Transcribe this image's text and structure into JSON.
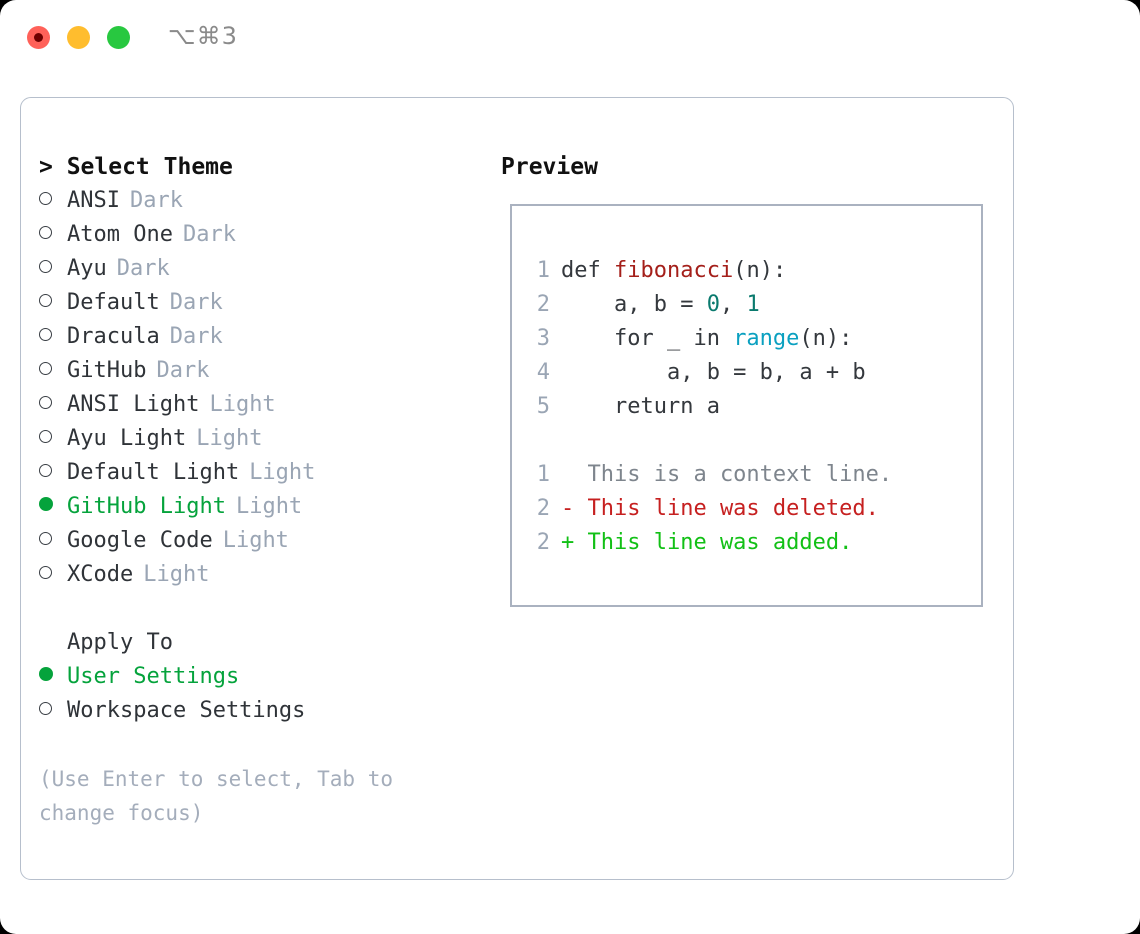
{
  "titlebar": {
    "shortcut": "⌥⌘3",
    "buttons": [
      "close",
      "minimize",
      "maximize"
    ],
    "colors": {
      "close": "#ff6159",
      "close_inner": "#6e0000",
      "minimize": "#ffbd2e",
      "maximize": "#28c840"
    }
  },
  "theme_panel": {
    "title": "> Select Theme",
    "items": [
      {
        "marker": "○",
        "label": "ANSI",
        "tag": "Dark",
        "selected": false
      },
      {
        "marker": "○",
        "label": "Atom One",
        "tag": "Dark",
        "selected": false
      },
      {
        "marker": "○",
        "label": "Ayu",
        "tag": "Dark",
        "selected": false
      },
      {
        "marker": "○",
        "label": "Default",
        "tag": "Dark",
        "selected": false
      },
      {
        "marker": "○",
        "label": "Dracula",
        "tag": "Dark",
        "selected": false
      },
      {
        "marker": "○",
        "label": "GitHub",
        "tag": "Dark",
        "selected": false
      },
      {
        "marker": "○",
        "label": "ANSI Light",
        "tag": "Light",
        "selected": false
      },
      {
        "marker": "○",
        "label": "Ayu Light",
        "tag": "Light",
        "selected": false
      },
      {
        "marker": "○",
        "label": "Default Light",
        "tag": "Light",
        "selected": false
      },
      {
        "marker": "●",
        "label": "GitHub Light",
        "tag": "Light",
        "selected": true
      },
      {
        "marker": "○",
        "label": "Google Code",
        "tag": "Light",
        "selected": false
      },
      {
        "marker": "○",
        "label": "XCode",
        "tag": "Light",
        "selected": false
      }
    ]
  },
  "apply_to": {
    "title": "Apply To",
    "items": [
      {
        "marker": "●",
        "label": "User Settings",
        "tag": "",
        "selected": true
      },
      {
        "marker": "○",
        "label": "Workspace Settings",
        "tag": "",
        "selected": false
      }
    ]
  },
  "hint": "(Use Enter to select, Tab to change focus)",
  "preview": {
    "title": "Preview",
    "code_lines": [
      {
        "no": "1",
        "tokens": [
          {
            "t": "def ",
            "c": "plain"
          },
          {
            "t": "fibonacci",
            "c": "func"
          },
          {
            "t": "(n):",
            "c": "plain"
          }
        ]
      },
      {
        "no": "2",
        "tokens": [
          {
            "t": "    a, b = ",
            "c": "plain"
          },
          {
            "t": "0",
            "c": "num"
          },
          {
            "t": ", ",
            "c": "plain"
          },
          {
            "t": "1",
            "c": "num"
          }
        ]
      },
      {
        "no": "3",
        "tokens": [
          {
            "t": "    for _ in ",
            "c": "plain"
          },
          {
            "t": "range",
            "c": "call"
          },
          {
            "t": "(n):",
            "c": "plain"
          }
        ]
      },
      {
        "no": "4",
        "tokens": [
          {
            "t": "        a, b = b, a + b",
            "c": "plain"
          }
        ]
      },
      {
        "no": "5",
        "tokens": [
          {
            "t": "    return a",
            "c": "plain"
          }
        ]
      }
    ],
    "diff_lines": [
      {
        "no": "1",
        "sign": " ",
        "text": " This is a context line.",
        "kind": "ctx"
      },
      {
        "no": "2",
        "sign": "-",
        "text": " This line was deleted.",
        "kind": "del"
      },
      {
        "no": "2",
        "sign": "+",
        "text": " This line was added.",
        "kind": "add"
      }
    ],
    "colors": {
      "function": "#a41f1a",
      "number": "#0a7a6e",
      "call": "#0aa0c0",
      "plain": "#34383d",
      "lineno": "#9aa5b4",
      "diff_context": "#7e858d",
      "diff_deleted": "#c62020",
      "diff_added": "#12c016"
    }
  },
  "accent": {
    "selected_green": "#05a33c",
    "muted_tag": "#9aa5b4",
    "panel_border": "#b6bfcc"
  }
}
